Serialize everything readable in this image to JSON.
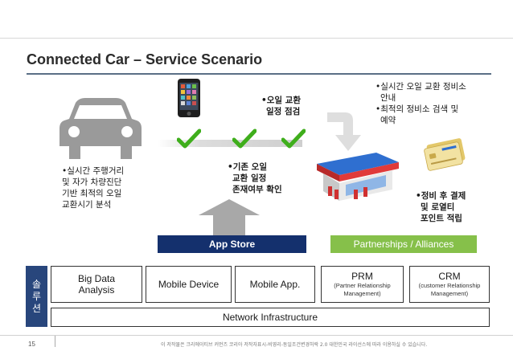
{
  "title": "Connected Car – Service Scenario",
  "notes": {
    "driving_analysis": [
      "•실시간 주행거리",
      "및 자가 차량진단",
      "기반 최적의 오일",
      "교환시기 분석"
    ],
    "oil_schedule_check": [
      "•오일 교환",
      "일정 점검"
    ],
    "existing_schedule": [
      "•기존 오일",
      "교환 일정",
      "존재여부 확인"
    ],
    "station_guidance": [
      "•실시간 오일 교환 정비소",
      "안내",
      "•최적의 정비소 검색 및",
      "예약"
    ],
    "payment_points": [
      "•정비 후 결제",
      "및 로열티",
      "포인트 적립"
    ]
  },
  "banners": {
    "app_store": "App Store",
    "partnerships": "Partnerships / Alliances"
  },
  "solution_label": [
    "솔",
    "루",
    "션"
  ],
  "boxes": {
    "big_data": [
      "Big Data",
      "Analysis"
    ],
    "mobile_device": "Mobile Device",
    "mobile_app": "Mobile App.",
    "prm": {
      "title": "PRM",
      "sub": [
        "(Partner Relationship",
        "Management)"
      ]
    },
    "crm": {
      "title": "CRM",
      "sub": [
        "(customer Relationship",
        "Management)"
      ]
    },
    "network": "Network Infrastructure"
  },
  "footer": {
    "page": "15",
    "copyright": "이 저작물은 크리에이티브 커먼즈 코리아 저작자표시-비영리-동일조건변경허락 2.0 대한민국 라이선스에 따라 이용하실 수 있습니다."
  },
  "colors": {
    "navy": "#14306d",
    "green": "#86c04a",
    "side": "#28467c",
    "check": "#3fae1c"
  },
  "icons": [
    "car-icon",
    "smartphone-icon",
    "check-icon",
    "shop-icon",
    "credit-card-icon",
    "up-arrow-icon",
    "curved-arrow-icon"
  ]
}
